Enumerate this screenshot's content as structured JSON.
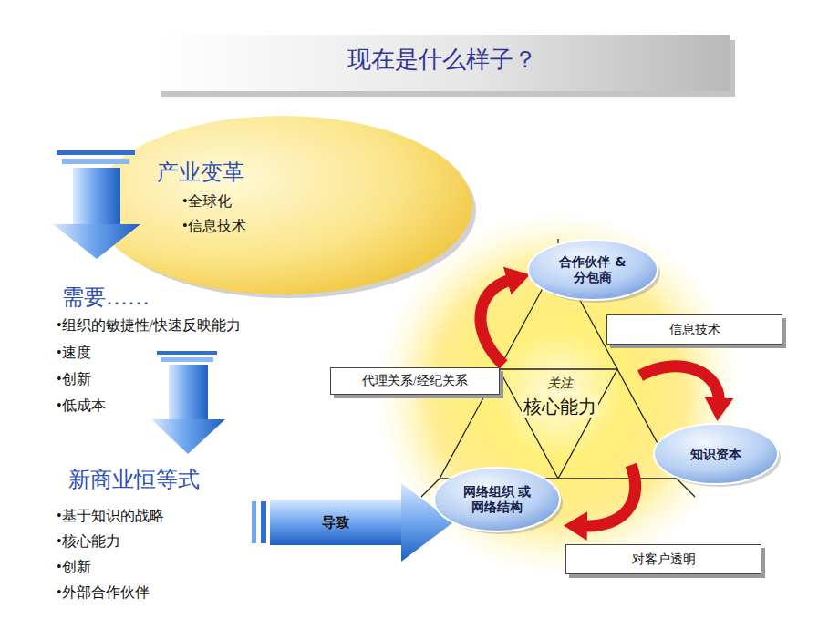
{
  "diagram": {
    "title": "现在是什么样子？",
    "nodes": [
      {
        "text": [
          "产业变革",
          "•全球化",
          "•信息技术"
        ]
      },
      {
        "text": [
          "合作伙伴 & 分包商"
        ]
      },
      {
        "text": [
          "信息技术"
        ]
      },
      {
        "text": [
          "代理关系/经纪关系"
        ]
      },
      {
        "text": [
          "知识资本"
        ]
      },
      {
        "text": [
          "网络组织 或网络结构"
        ]
      },
      {
        "text": [
          "对客户透明"
        ]
      }
    ],
    "labels": [
      "需要……",
      "•组织的敏捷性/快速反映能力",
      "•速度",
      "•创新",
      "•低成本",
      "新商业恒等式",
      "•基于知识的战略",
      "•核心能力",
      "•创新",
      "•外部合作伙伴",
      "导致",
      "关注",
      "核心能力"
    ]
  }
}
